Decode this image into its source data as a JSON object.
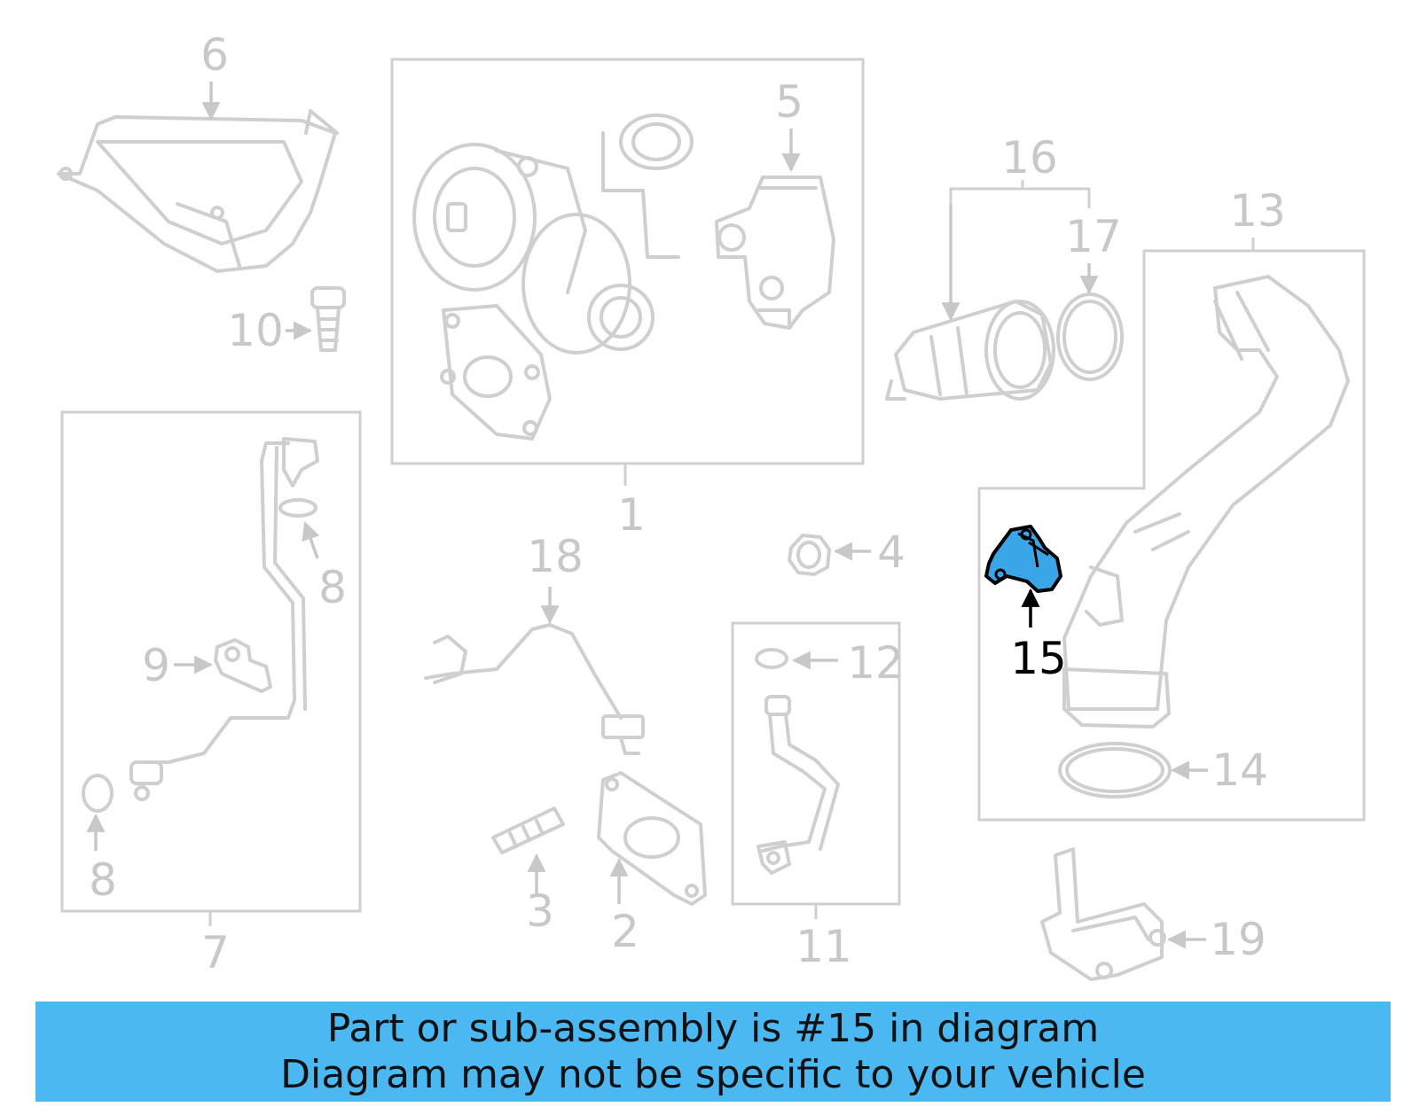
{
  "colors": {
    "part_line": "#cfcfcf",
    "callout_text": "#c8c8c8",
    "highlight_fill": "#3aa6e8",
    "highlight_text": "#000000",
    "banner_bg": "#4cb8f2"
  },
  "diagram": {
    "highlighted_part": "15",
    "callouts": [
      "6",
      "5",
      "16",
      "13",
      "17",
      "10",
      "1",
      "18",
      "4",
      "8",
      "9",
      "12",
      "15",
      "14",
      "3",
      "2",
      "11",
      "7",
      "19"
    ]
  },
  "banner": {
    "line1": "Part or sub-assembly is #15 in diagram",
    "line2": "Diagram may not be specific to your vehicle"
  }
}
